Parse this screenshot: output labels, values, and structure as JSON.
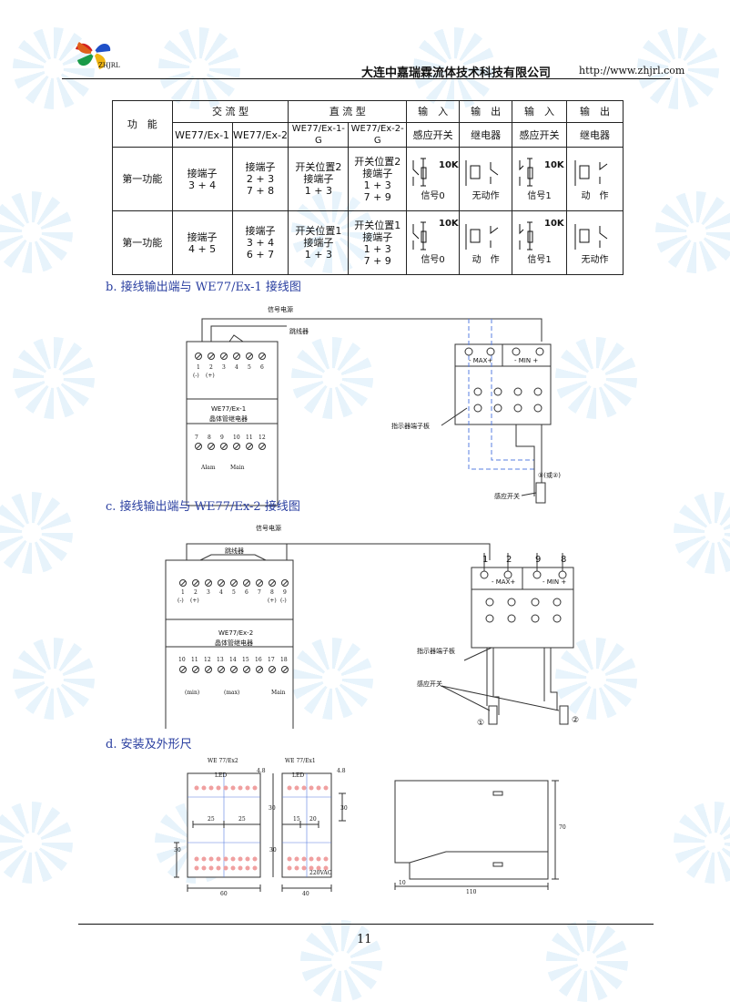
{
  "header": {
    "logo_text": "ZHJRL",
    "company": "大连中嘉瑞霖流体技术科技有限公司",
    "url": "http://www.zhjrl.com"
  },
  "table": {
    "h_func": "功　能",
    "h_ac": "交 流 型",
    "h_dc": "直 流 型",
    "h_in1": "输　入",
    "h_out1": "输　出",
    "h_in2": "输　入",
    "h_out2": "输　出",
    "m_ac1": "WE77/Ex-1",
    "m_ac2": "WE77/Ex-2",
    "m_dc1": "WE77/Ex-1-G",
    "m_dc2": "WE77/Ex-2-G",
    "sub_in1": "感应开关",
    "sub_out1": "继电器",
    "sub_in2": "感应开关",
    "sub_out2": "继电器",
    "rows": [
      {
        "func": "第一功能",
        "ac1": [
          "接端子",
          "3 + 4"
        ],
        "ac2": [
          "接端子",
          "2 + 3",
          "7 + 8"
        ],
        "dc1": [
          "开关位置2",
          "接端子",
          "1 + 3"
        ],
        "dc2": [
          "开关位置2",
          "接端子",
          "1 + 3",
          "7 + 9"
        ],
        "r": "10K",
        "sig1": "信号0",
        "out1": "无动作",
        "sig2": "信号1",
        "out2": "动　作"
      },
      {
        "func": "第一功能",
        "ac1": [
          "接端子",
          "4 + 5"
        ],
        "ac2": [
          "接端子",
          "3 + 4",
          "6 + 7"
        ],
        "dc1": [
          "开关位置1",
          "接端子",
          "1 + 3"
        ],
        "dc2": [
          "开关位置1",
          "接端子",
          "1 + 3",
          "7 + 9"
        ],
        "r": "10K",
        "sig1": "信号0",
        "out1": "动　作",
        "sig2": "信号1",
        "out2": "无动作"
      }
    ]
  },
  "section_b": {
    "title": "b.  接线输出端与 WE77/Ex-1 接线图",
    "signal_power": "信号电源",
    "jumper": "跳线器",
    "terminals_top": [
      "1",
      "2",
      "3",
      "4",
      "5",
      "6"
    ],
    "pol_minus": "(-)",
    "pol_plus": "(+)",
    "model": "WE77/Ex-1",
    "device": "晶体管继电器",
    "terminals_bottom": [
      "7",
      "8",
      "9",
      "10",
      "11",
      "12"
    ],
    "alam": "Alam",
    "main": "Main",
    "max": "- MAX+",
    "min": "- MIN +",
    "board": "指示器端子板",
    "sw_num": "①(或②)",
    "sensor": "感应开关"
  },
  "section_c": {
    "title": "c. 接线输出端与 WE77/Ex-2 接线图",
    "signal_power": "信号电源",
    "jumper": "跳线器",
    "terminals_top": [
      "1",
      "2",
      "3",
      "4",
      "5",
      "6",
      "7",
      "8",
      "9"
    ],
    "pol_m1": "(-)",
    "pol_p1": "(+)",
    "pol_p2": "(+)",
    "pol_m2": "(-)",
    "model": "WE77/Ex-2",
    "device": "晶体管继电器",
    "terminals_bottom": [
      "10",
      "11",
      "12",
      "13",
      "14",
      "15",
      "16",
      "17",
      "18"
    ],
    "lbl_min": "(min)",
    "lbl_max": "(max)",
    "main": "Main",
    "top_nums": [
      "1",
      "2",
      "9",
      "8"
    ],
    "max": "- MAX+",
    "min": "- MIN +",
    "board": "指示器端子板",
    "sensor": "感应开关",
    "sw1": "①",
    "sw2": "②"
  },
  "section_d": {
    "title": "d. 安装及外形尺",
    "model2": "WE 77/Ex2",
    "model1": "WE 77/Ex1",
    "led": "LED",
    "dim_48a": "4.8",
    "dim_48b": "4.8",
    "dim_25a": "25",
    "dim_25b": "25",
    "dim_15": "15",
    "dim_20": "20",
    "dim_30a": "30",
    "dim_30b": "30",
    "dim_30c": "30",
    "dim_30d": "30",
    "dim_60": "60",
    "dim_40": "40",
    "dim_70": "70",
    "dim_10": "10",
    "dim_110": "110",
    "voltage": "220VAC"
  },
  "footer": {
    "page": "11"
  }
}
